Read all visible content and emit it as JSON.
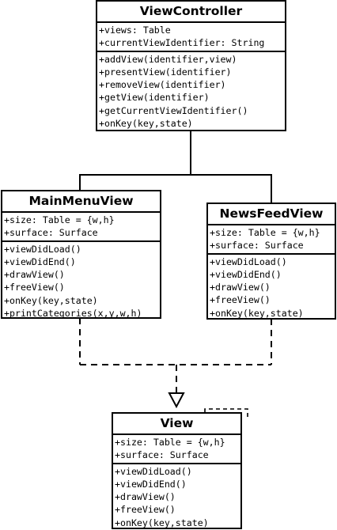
{
  "classes": {
    "view_controller": {
      "name": "ViewController",
      "attributes": [
        "+views: Table",
        "+currentViewIdentifier: String"
      ],
      "operations": [
        "+addView(identifier,view)",
        "+presentView(identifier)",
        "+removeView(identifier)",
        "+getView(identifier)",
        "+getCurrentViewIdentifier()",
        "+onKey(key,state)"
      ]
    },
    "main_menu_view": {
      "name": "MainMenuView",
      "attributes": [
        "+size: Table = {w,h}",
        "+surface: Surface"
      ],
      "operations": [
        "+viewDidLoad()",
        "+viewDidEnd()",
        "+drawView()",
        "+freeView()",
        "+onKey(key,state)",
        "+printCategories(x,y,w,h)"
      ]
    },
    "news_feed_view": {
      "name": "NewsFeedView",
      "attributes": [
        "+size: Table = {w,h}",
        "+surface: Surface"
      ],
      "operations": [
        "+viewDidLoad()",
        "+viewDidEnd()",
        "+drawView()",
        "+freeView()",
        "+onKey(key,state)"
      ]
    },
    "view": {
      "name": "View",
      "attributes": [
        "+size: Table = {w,h}",
        "+surface: Surface"
      ],
      "operations": [
        "+viewDidLoad()",
        "+viewDidEnd()",
        "+drawView()",
        "+freeView()",
        "+onKey(key,state)"
      ]
    }
  },
  "relations": [
    {
      "type": "association",
      "from": "view_controller",
      "to": [
        "main_menu_view",
        "news_feed_view"
      ]
    },
    {
      "type": "realization",
      "from": [
        "main_menu_view",
        "news_feed_view"
      ],
      "to": "view"
    }
  ],
  "colors": {
    "stroke": "#000000",
    "fill": "#ffffff"
  }
}
